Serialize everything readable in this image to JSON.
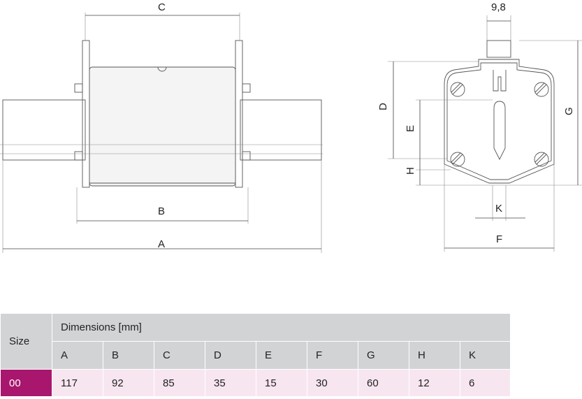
{
  "drawing": {
    "dimension_labels": {
      "A": "A",
      "B": "B",
      "C": "C",
      "D": "D",
      "E": "E",
      "F": "F",
      "G": "G",
      "H": "H",
      "K": "K",
      "tab_width": "9,8"
    }
  },
  "table": {
    "size_header": "Size",
    "dimensions_header": "Dimensions [mm]",
    "columns": [
      "A",
      "B",
      "C",
      "D",
      "E",
      "F",
      "G",
      "H",
      "K"
    ],
    "size_value": "00",
    "values": [
      "117",
      "92",
      "85",
      "35",
      "15",
      "30",
      "60",
      "12",
      "6"
    ]
  },
  "colors": {
    "accent": "#a8166e",
    "row_tint": "#f7e6f0",
    "header_gray": "#d2d3d5"
  }
}
